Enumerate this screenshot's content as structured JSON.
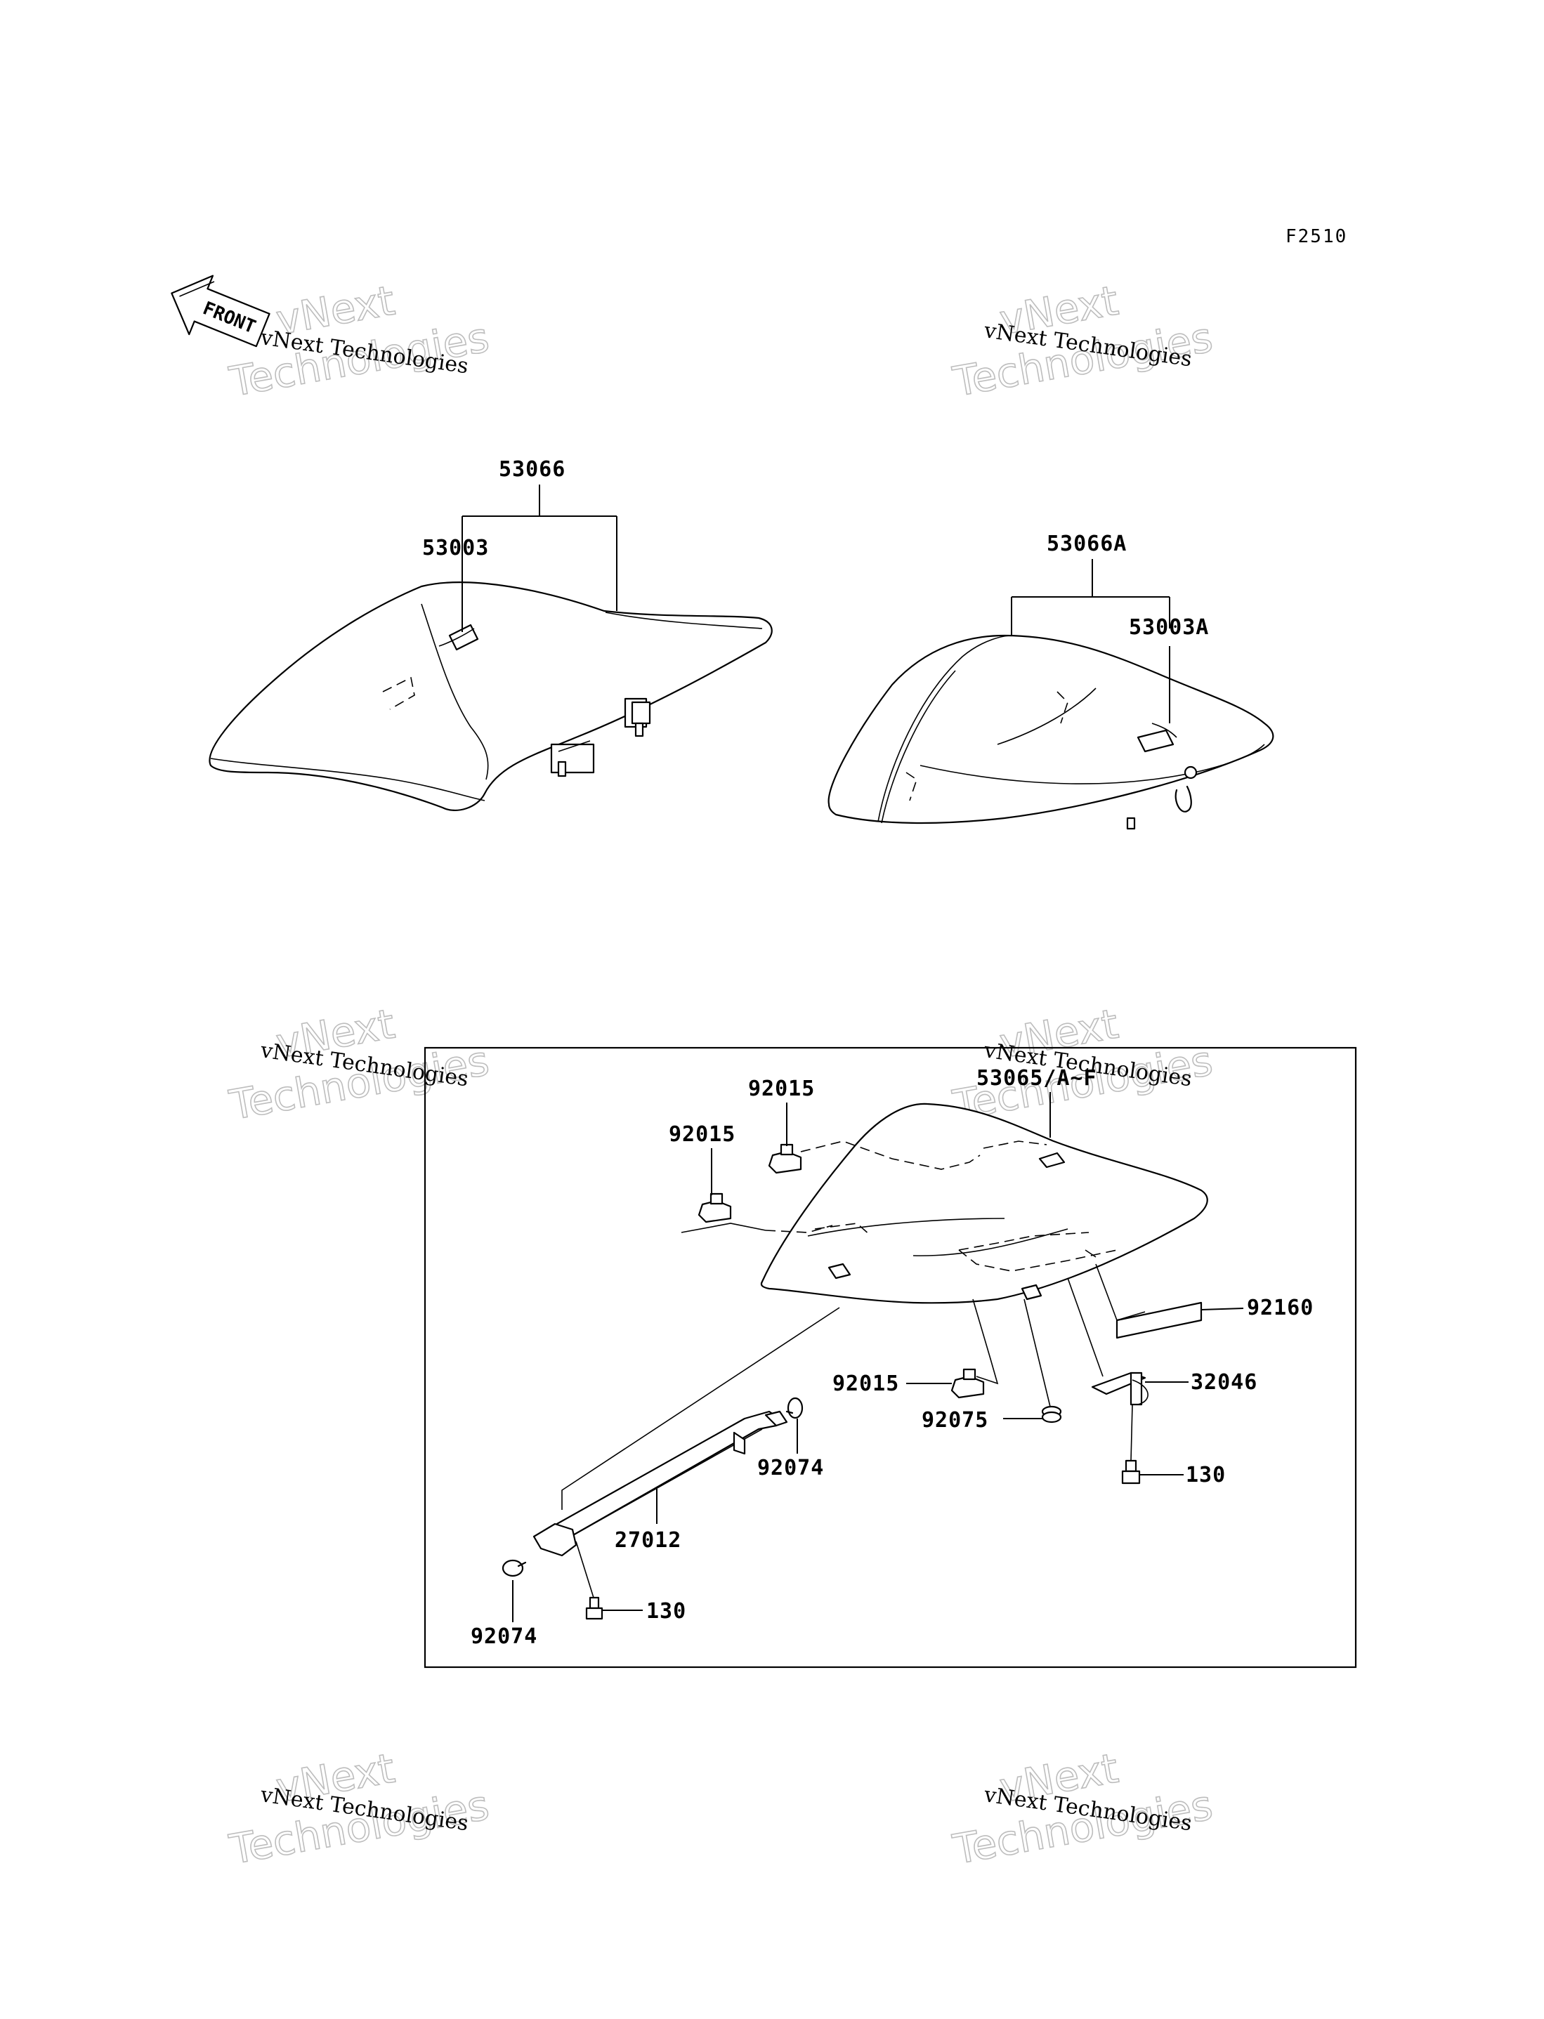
{
  "figure_code": "F2510",
  "front_arrow_label": "FRONT",
  "watermark": {
    "small": "vNext Technologies",
    "large_line1": "vNext",
    "large_line2": "Technologies"
  },
  "callouts": {
    "rider_seat_assy": "53066",
    "rider_seat_cover": "53003",
    "pillion_seat_assy": "53066A",
    "pillion_seat_cover": "53003A",
    "seat_cover_cowl": "53065/A~F",
    "clip_top": "92015",
    "clip_left": "92015",
    "clip_bottom": "92015",
    "pad": "92160",
    "bracket": "32046",
    "grommet": "92075",
    "bolt_right": "130",
    "damper_right": "92074",
    "stay": "27012",
    "bolt_left": "130",
    "damper_left": "92074"
  }
}
